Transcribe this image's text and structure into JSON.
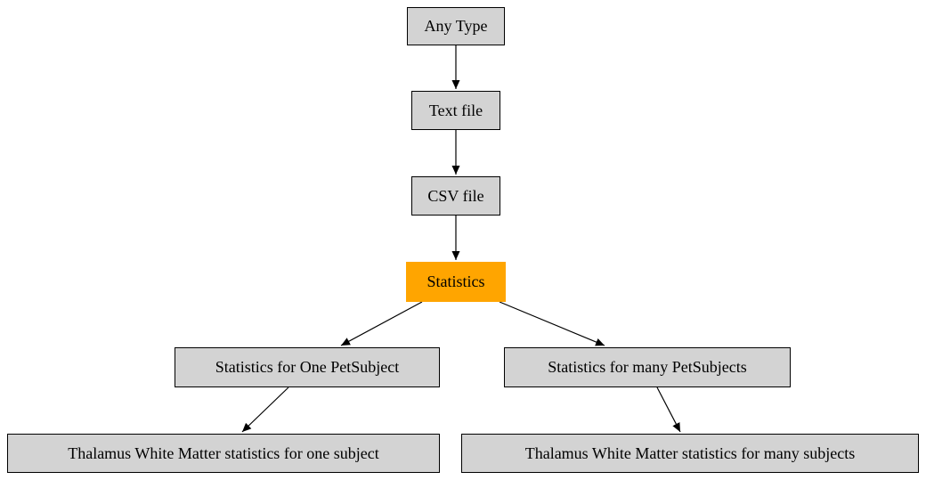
{
  "diagram": {
    "colors": {
      "node_fill": "#d3d3d3",
      "highlight_fill": "#ffa500",
      "node_border": "#000000",
      "edge": "#000000",
      "background": "#ffffff",
      "text": "#000000"
    },
    "nodes": [
      {
        "id": "any-type",
        "label": "Any Type",
        "fill": "#d3d3d3",
        "highlighted": false
      },
      {
        "id": "text-file",
        "label": "Text file",
        "fill": "#d3d3d3",
        "highlighted": false
      },
      {
        "id": "csv-file",
        "label": "CSV file",
        "fill": "#d3d3d3",
        "highlighted": false
      },
      {
        "id": "statistics",
        "label": "Statistics",
        "fill": "#ffa500",
        "highlighted": true
      },
      {
        "id": "stats-one-petsubject",
        "label": "Statistics for One PetSubject",
        "fill": "#d3d3d3",
        "highlighted": false
      },
      {
        "id": "stats-many-petsubjects",
        "label": "Statistics for many PetSubjects",
        "fill": "#d3d3d3",
        "highlighted": false
      },
      {
        "id": "thalamus-one-subject",
        "label": "Thalamus White Matter statistics for one subject",
        "fill": "#d3d3d3",
        "highlighted": false
      },
      {
        "id": "thalamus-many-subjects",
        "label": "Thalamus White Matter statistics for many subjects",
        "fill": "#d3d3d3",
        "highlighted": false
      }
    ],
    "edges": [
      {
        "from": "any-type",
        "to": "text-file"
      },
      {
        "from": "text-file",
        "to": "csv-file"
      },
      {
        "from": "csv-file",
        "to": "statistics"
      },
      {
        "from": "statistics",
        "to": "stats-one-petsubject"
      },
      {
        "from": "statistics",
        "to": "stats-many-petsubjects"
      },
      {
        "from": "stats-one-petsubject",
        "to": "thalamus-one-subject"
      },
      {
        "from": "stats-many-petsubjects",
        "to": "thalamus-many-subjects"
      }
    ]
  }
}
